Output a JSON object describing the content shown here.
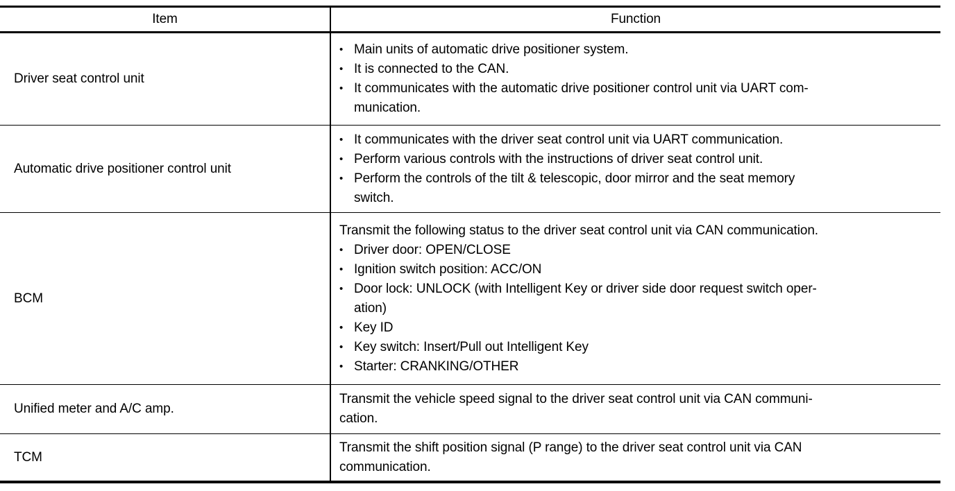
{
  "table": {
    "headers": {
      "item": "Item",
      "function": "Function"
    },
    "bullet_glyph": "•",
    "colors": {
      "border": "#000000",
      "text": "#000000",
      "background": "#ffffff"
    },
    "rows": [
      {
        "item": "Driver seat control unit",
        "function": {
          "bullets": [
            "Main units of automatic drive positioner system.",
            "It is connected to the CAN.",
            "It communicates with the automatic drive positioner control unit via UART com-\nmunication."
          ]
        }
      },
      {
        "item": "Automatic drive positioner control unit",
        "function": {
          "bullets": [
            "It communicates with the driver seat control unit via UART communication.",
            "Perform various controls with the instructions of driver seat control unit.",
            "Perform the controls of the tilt & telescopic, door mirror and the seat memory\nswitch."
          ]
        }
      },
      {
        "item": "BCM",
        "function": {
          "intro": "Transmit the following status to the driver seat control unit via CAN communication.",
          "bullets": [
            "Driver door: OPEN/CLOSE",
            "Ignition switch position: ACC/ON",
            "Door lock: UNLOCK (with Intelligent Key or driver side door request switch oper-\nation)",
            "Key ID",
            "Key switch: Insert/Pull out Intelligent Key",
            "Starter: CRANKING/OTHER"
          ]
        }
      },
      {
        "item": "Unified meter and A/C amp.",
        "function": {
          "intro": "Transmit the vehicle speed signal to the driver seat control unit via CAN communi-\ncation."
        }
      },
      {
        "item": "TCM",
        "function": {
          "intro": "Transmit the shift position signal (P range) to the driver seat control unit via CAN\ncommunication."
        }
      }
    ]
  }
}
